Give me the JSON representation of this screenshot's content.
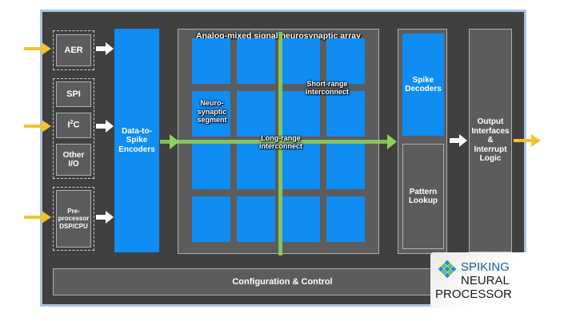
{
  "labels": {
    "aer": "AER",
    "spi": "SPI",
    "i2c_base": "I",
    "i2c_sup": "2",
    "i2c_end": "C",
    "other_io": "Other I/O",
    "preprocessor": "Pre-processor DSP/CPU",
    "encoders": "Data-to-Spike Encoders",
    "array_title": "Analog-mixed signal neurosynaptic array",
    "neuro_segment": "Neuro-synaptic segment",
    "short_range": "Short-range interconnect",
    "long_range": "Long-range interconnect",
    "spike_decoders": "Spike Decoders",
    "pattern_lookup": "Pattern Lookup",
    "output": "Output Interfaces & Interrupt Logic",
    "config": "Configuration & Control"
  },
  "logo": {
    "line1": "SPIKING",
    "line2": "NEURAL",
    "line3": "PROCESSOR"
  },
  "colors": {
    "chip": "#404040",
    "block_blue": "#0f8df2",
    "interconnect_green": "#8fd35a",
    "io_arrow": "#f2c232"
  }
}
